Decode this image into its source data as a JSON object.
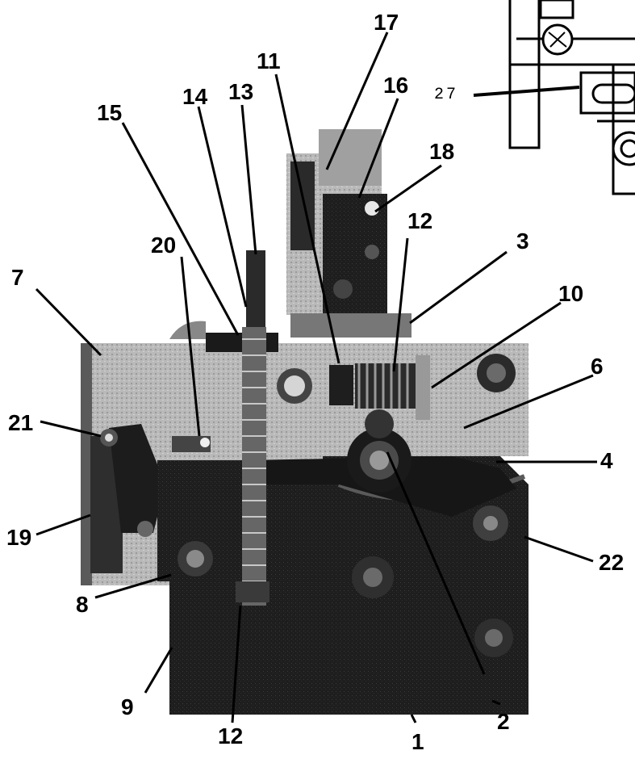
{
  "colors": {
    "plate_light": "#b9b9b9",
    "plate_mid": "#8c8c8c",
    "plate_dark": "#1c1c1c",
    "ink": "#000000",
    "paper": "#ffffff"
  },
  "callouts": {
    "c1": "1",
    "c2": "2",
    "c3": "3",
    "c4": "4",
    "c6": "6",
    "c7": "7",
    "c8": "8",
    "c9": "9",
    "c10": "10",
    "c11": "11",
    "c12_top": "12",
    "c12_bottom": "12",
    "c13": "13",
    "c14": "14",
    "c15": "15",
    "c16": "16",
    "c17": "17",
    "c18": "18",
    "c19": "19",
    "c20": "20",
    "c21": "21",
    "c22": "22",
    "c27": "27"
  }
}
